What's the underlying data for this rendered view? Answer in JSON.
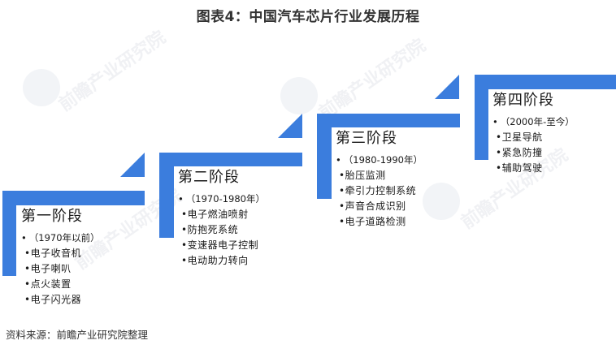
{
  "title": "图表4：中国汽车芯片行业发展历程",
  "source": "资料来源：前瞻产业研究院整理",
  "watermark": "前瞻产业研究院",
  "colors": {
    "accent": "#3B7DDD",
    "text": "#1a1a1a"
  },
  "stages": [
    {
      "title": "第一阶段",
      "period": "（1970年以前）",
      "items": [
        "电子收音机",
        "电子喇叭",
        "点火装置",
        "电子闪光器"
      ]
    },
    {
      "title": "第二阶段",
      "period": "（1970-1980年）",
      "items": [
        "电子燃油喷射",
        "防抱死系统",
        "变速器电子控制",
        "电动助力转向"
      ]
    },
    {
      "title": "第三阶段",
      "period": "（1980-1990年）",
      "items": [
        "胎压监测",
        "牵引力控制系统",
        "声音合成识别",
        "电子道路检测"
      ]
    },
    {
      "title": "第四阶段",
      "period": "（2000年-至今）",
      "items": [
        "卫星导航",
        "紧急防撞",
        "辅助驾驶"
      ]
    }
  ]
}
